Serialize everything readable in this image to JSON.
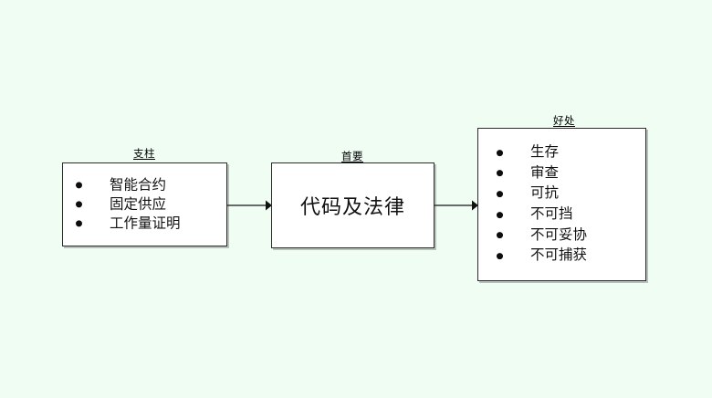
{
  "diagram": {
    "type": "flowchart",
    "background_color": "#effdf3",
    "node_fill": "#ffffff",
    "node_border": "#2b2b2b",
    "nodes": [
      {
        "id": "pillars",
        "label": "支柱",
        "kind": "bulleted-list",
        "items": [
          "智能合约",
          "固定供应",
          "工作量证明"
        ]
      },
      {
        "id": "primary",
        "label": "首要",
        "kind": "single-text",
        "text": "代码及法律"
      },
      {
        "id": "benefits",
        "label": "好处",
        "kind": "bulleted-list",
        "items": [
          "生存",
          "审查",
          "可抗",
          "不可挡",
          "不可妥协",
          "不可捕获"
        ]
      }
    ],
    "connectors": [
      {
        "id": "pillars-to-primary",
        "from": "pillars",
        "to": "primary",
        "style": "solid-arrow"
      },
      {
        "id": "primary-to-benefits",
        "from": "primary",
        "to": "benefits",
        "style": "solid-arrow"
      }
    ]
  }
}
